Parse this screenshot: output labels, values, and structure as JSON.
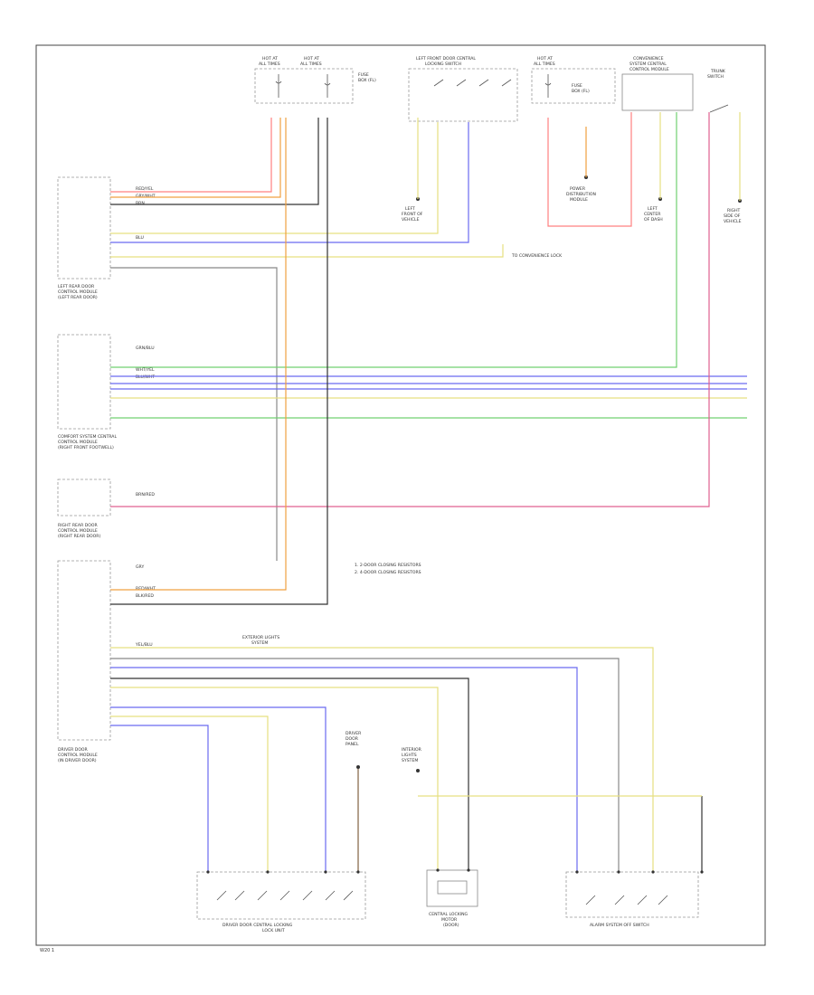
{
  "diagram": {
    "page_code": "W20 1",
    "colors": {
      "red": "#ff8080",
      "orange": "#f0a040",
      "yellow": "#e6e080",
      "blue": "#6a6af0",
      "green": "#70d070",
      "pink": "#e06090",
      "black": "#333333",
      "gray": "#888888",
      "brown": "#806040"
    },
    "components": [
      {
        "id": "fuse-1",
        "label_1": "HOT AT",
        "label_2": "ALL TIMES"
      },
      {
        "id": "fuse-2",
        "label_1": "HOT AT",
        "label_2": "ALL TIMES"
      },
      {
        "id": "fuse-box",
        "label_1": "FUSE",
        "label_2": "BOX (FL)"
      },
      {
        "id": "lf-door-switch",
        "label_1": "LEFT FRONT DOOR CENTRAL",
        "label_2": "LOCKING SWITCH"
      },
      {
        "id": "fuse-3",
        "label_1": "HOT AT",
        "label_2": "ALL TIMES"
      },
      {
        "id": "fuse-4",
        "label_1": "FUSE",
        "label_2": "BOX (FL)"
      },
      {
        "id": "trunk-module",
        "label_1": "CONVENIENCE",
        "label_2": "SYSTEM CENTRAL",
        "label_3": "CONTROL MODULE"
      },
      {
        "id": "trunk-switch",
        "label_1": "TRUNK",
        "label_2": "SWITCH"
      },
      {
        "id": "left-rear-module",
        "label_1": "LEFT REAR DOOR",
        "label_2": "CONTROL MODULE",
        "label_3": "(LEFT REAR DOOR)"
      },
      {
        "id": "comfort-module",
        "label_1": "COMFORT SYSTEM CENTRAL",
        "label_2": "CONTROL MODULE",
        "label_3": "(RIGHT FRONT FOOTWELL)"
      },
      {
        "id": "right-rear-module",
        "label_1": "RIGHT REAR DOOR",
        "label_2": "CONTROL MODULE",
        "label_3": "(RIGHT REAR DOOR)"
      },
      {
        "id": "driver-module",
        "label_1": "DRIVER DOOR",
        "label_2": "CONTROL MODULE",
        "label_3": "(IN DRIVER DOOR)"
      },
      {
        "id": "lock-unit",
        "label_1": "DRIVER DOOR CENTRAL LOCKING",
        "label_2": "LOCK UNIT"
      },
      {
        "id": "mirror-motor",
        "label_1": "CENTRAL LOCKING",
        "label_2": "MOTOR",
        "label_3": "(DOOR)"
      },
      {
        "id": "alarm-switch",
        "label_1": "ALARM SYSTEM OFF SWITCH",
        "label_2": ""
      }
    ],
    "ground_labels": [
      {
        "id": "g1",
        "label_1": "LEFT",
        "label_2": "FRONT OF",
        "label_3": "VEHICLE"
      },
      {
        "id": "g2",
        "label_1": "POWER",
        "label_2": "DISTRIBUTION",
        "label_3": "MODULE"
      },
      {
        "id": "g3",
        "label_1": "LEFT",
        "label_2": "CENTER",
        "label_3": "OF DASH"
      },
      {
        "id": "g4",
        "label_1": "RIGHT",
        "label_2": "SIDE OF",
        "label_3": "VEHICLE"
      },
      {
        "id": "g5",
        "label_1": "DRIVER",
        "label_2": "DOOR",
        "label_3": "PANEL"
      },
      {
        "id": "g6",
        "label_1": "INTERIOR",
        "label_2": "LIGHTS",
        "label_3": "SYSTEM"
      }
    ],
    "notes": {
      "note_1": "1. 2-DOOR CLOSING RESISTORS",
      "note_2": "2. 4-DOOR CLOSING RESISTORS",
      "wire_label_1": "TO CONVENIENCE LOCK",
      "wire_label_2": "EXTERIOR LIGHTS",
      "wire_label_3": "SYSTEM"
    },
    "wire_codes": {
      "red_yel": "RED/YEL",
      "gry_wht": "GRY/WHT",
      "brn": "BRN",
      "blu": "BLU",
      "grn_blu": "GRN/BLU",
      "yel_blu": "YEL/BLU",
      "wht_yel": "WHT/YEL",
      "blu_wht": "BLU/WHT",
      "brn_red": "BRN/RED",
      "gry": "GRY",
      "red_wht": "RED/WHT",
      "blk_red": "BLK/RED"
    }
  }
}
